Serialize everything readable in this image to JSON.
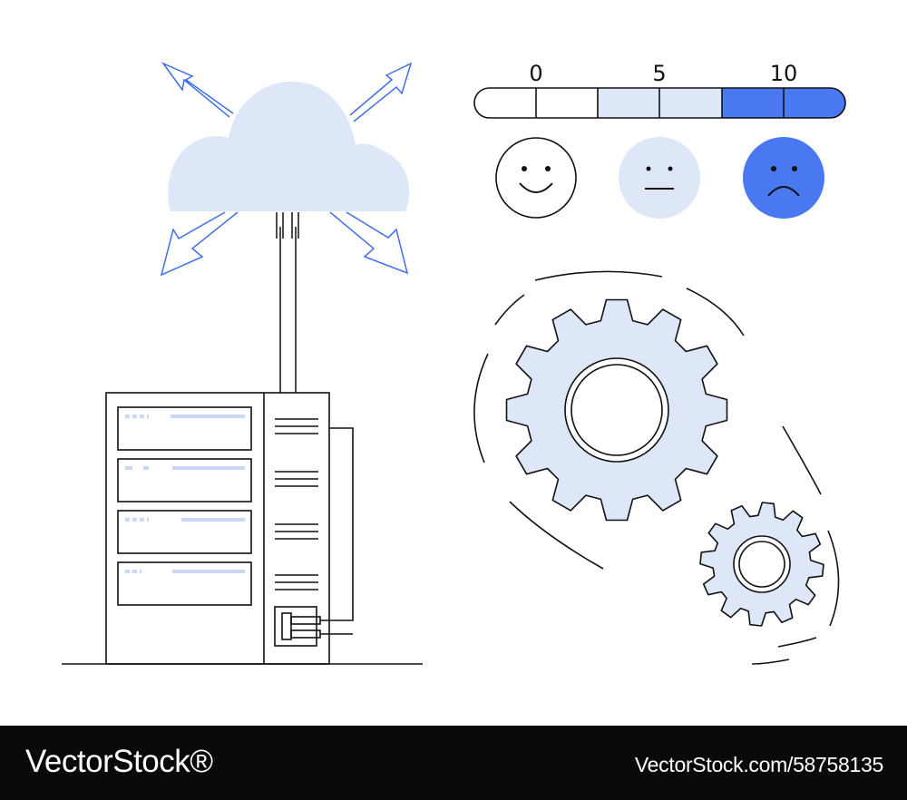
{
  "rating_scale": {
    "ticks": [
      "0",
      "5",
      "10"
    ],
    "segments": 6,
    "faces": [
      {
        "mood": "happy"
      },
      {
        "mood": "neutral"
      },
      {
        "mood": "sad"
      }
    ]
  },
  "watermark": {
    "brand": "VectorStock®",
    "credit": "VectorStock.com/58758135"
  },
  "colors": {
    "line": "#111111",
    "light_blue": "#dde7f8",
    "accent_blue": "#4a78f0",
    "arrow_blue": "#3f6fe8",
    "footer_bg": "#0a0a0a"
  }
}
